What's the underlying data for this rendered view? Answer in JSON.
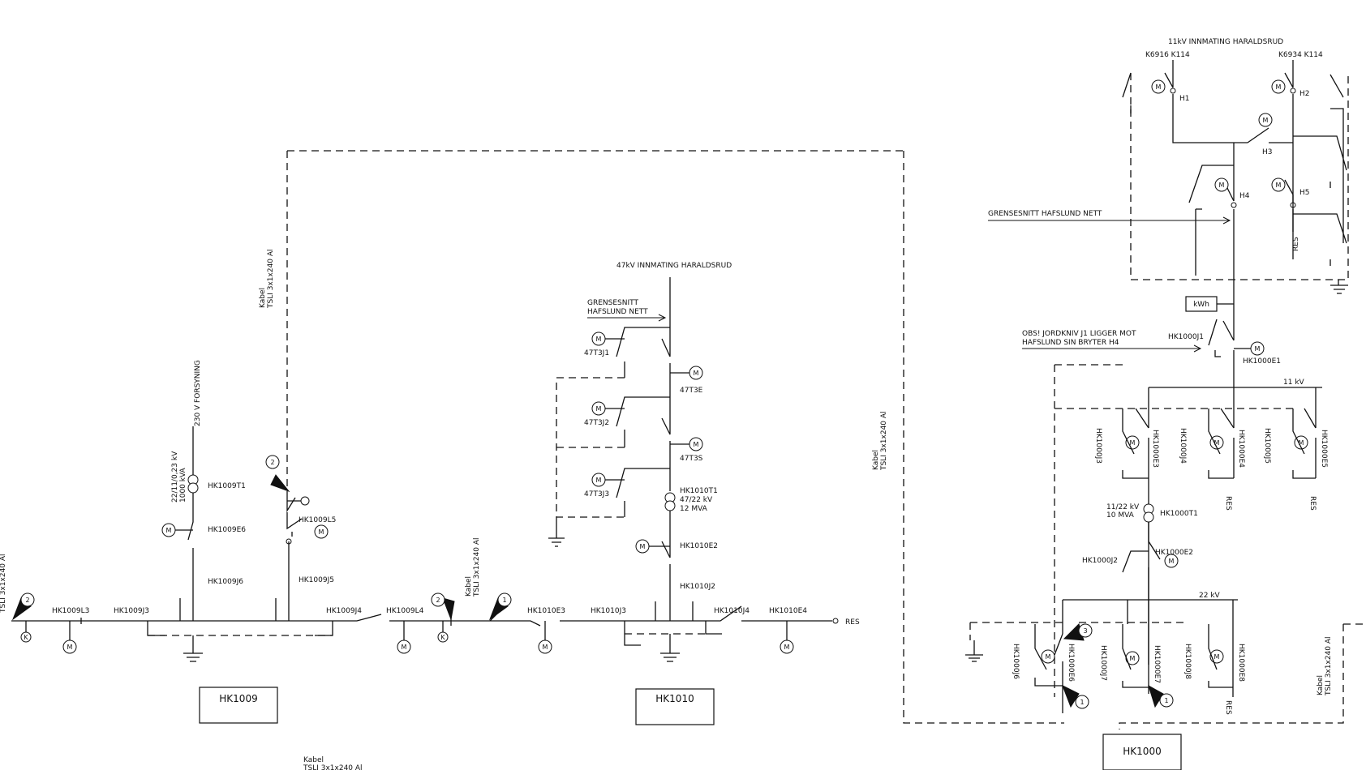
{
  "feeds": {
    "feed_11kv_title": "11kV INNMATING HARALDSRUD",
    "feed_11kv_k1": "K6916 K114",
    "feed_11kv_k2": "K6934 K114",
    "feed_47kv_title": "47kV INNMATING HARALDSRUD",
    "power_230v": "230 V FORSYNING"
  },
  "interfaces": {
    "grensesnitt_hafslund": "GRENSESNITT HAFSLUND NETT",
    "grensesnitt_l1": "GRENSESNITT",
    "grensesnitt_l2": "HAFSLUND NETT",
    "obs_l1": "OBS! JORDKNIV J1 LIGGER MOT",
    "obs_l2": "HAFSLUND SIN BRYTER H4"
  },
  "stations": {
    "hk1009": "HK1009",
    "hk1010": "HK1010",
    "hk1000": "HK1000"
  },
  "cables": {
    "kabel": "Kabel",
    "spec": "TSLI 3x1x240 Al"
  },
  "busbars": {
    "bus_11kv": "11 kV",
    "bus_22kv": "22 kV"
  },
  "markers": {
    "motor": "M",
    "k": "K",
    "kwh": "kWh",
    "res": "RES",
    "tag1": "1",
    "tag2": "2",
    "tag3": "3"
  },
  "labels": {
    "h1": "H1",
    "h2": "H2",
    "h3": "H3",
    "h4": "H4",
    "h5": "H5",
    "hk1000j1": "HK1000J1",
    "hk1000e1": "HK1000E1",
    "hk1000j3": "HK1000J3",
    "hk1000e3": "HK1000E3",
    "hk1000j4": "HK1000J4",
    "hk1000e4": "HK1000E4",
    "hk1000j5": "HK1000J5",
    "hk1000e5": "HK1000E5",
    "hk1000t1_rating_1": "11/22 kV",
    "hk1000t1_rating_2": "10 MVA",
    "hk1000t1": "HK1000T1",
    "hk1000e2": "HK1000E2",
    "hk1000j2": "HK1000J2",
    "hk1000j6": "HK1000J6",
    "hk1000e6": "HK1000E6",
    "hk1000j7": "HK1000J7",
    "hk1000e7": "HK1000E7",
    "hk1000j8": "HK1000J8",
    "hk1000e8": "HK1000E8",
    "j47t3j1": "47T3J1",
    "j47t3j2": "47T3J2",
    "j47t3j3": "47T3J3",
    "e47t3e": "47T3E",
    "e47t3s": "47T3S",
    "hk1010t1": "HK1010T1",
    "hk1010t1_rating_1": "47/22 kV",
    "hk1010t1_rating_2": "12 MVA",
    "hk1010e2": "HK1010E2",
    "hk1010j2": "HK1010J2",
    "hk1010e3": "HK1010E3",
    "hk1010j3": "HK1010J3",
    "hk1010j4": "HK1010J4",
    "hk1010e4": "HK1010E4",
    "hk1009t1": "HK1009T1",
    "hk1009t1_rating_1": "22/11/0,23 kV",
    "hk1009t1_rating_2": "1000 kVA",
    "hk1009e6": "HK1009E6",
    "hk1009j6": "HK1009J6",
    "hk1009l5": "HK1009L5",
    "hk1009j5": "HK1009J5",
    "hk1009l3": "HK1009L3",
    "hk1009j3": "HK1009J3",
    "hk1009j4": "HK1009J4",
    "hk1009l4": "HK1009L4"
  }
}
